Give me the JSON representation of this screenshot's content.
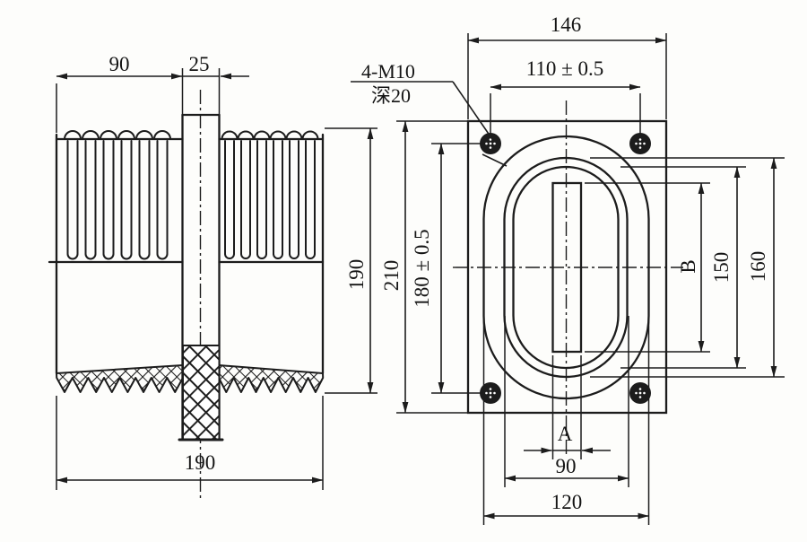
{
  "left_view": {
    "dim_fin_section_width": "90",
    "dim_boss_width": "25",
    "dim_body_height": "190",
    "dim_flange_width": "190"
  },
  "right_view": {
    "dim_overall_height": "210",
    "dim_plate_width": "146",
    "dim_bolt_spacing_horizontal": "110 ± 0.5",
    "bolt_callout_line1": "4-M10",
    "bolt_callout_line2": "深20",
    "dim_bolt_spacing_vertical": "180 ± 0.5",
    "dim_slot_width": "A",
    "dim_oval_width": "90",
    "dim_outer_oval_width": "120",
    "dim_slot_height": "B",
    "dim_inner_oval_height": "150",
    "dim_oval_height": "160"
  },
  "colors": {
    "line": "#1c1c1c",
    "background": "#fdfdfb"
  }
}
